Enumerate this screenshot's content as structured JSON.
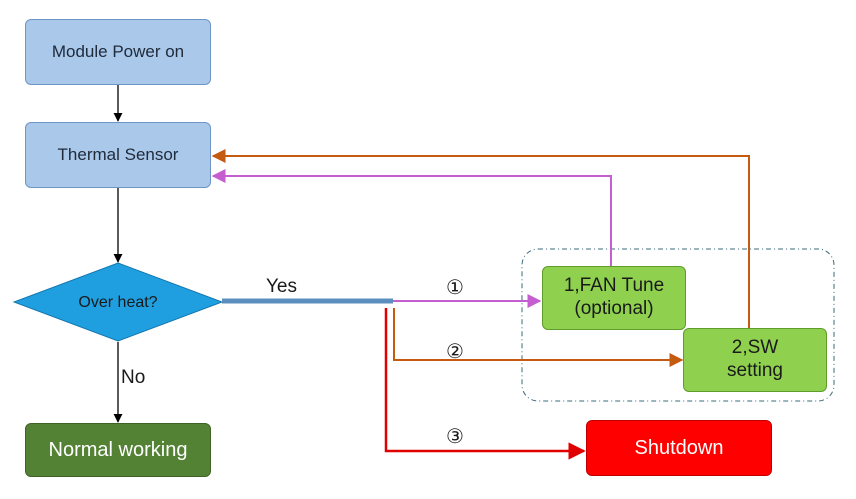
{
  "nodes": {
    "power_on": "Module Power on",
    "thermal_sensor": "Thermal Sensor",
    "over_heat": "Over heat?",
    "normal_working": "Normal working",
    "fan_tune_line1": "1,FAN Tune",
    "fan_tune_line2": "(optional)",
    "sw_setting_line1": "2,SW",
    "sw_setting_line2": "setting",
    "shutdown": "Shutdown"
  },
  "edges": {
    "yes_label": "Yes",
    "no_label": "No",
    "marker_1": "①",
    "marker_2": "②",
    "marker_3": "③"
  },
  "colors": {
    "fan_path": "#c55fd0",
    "sw_path": "#c55a11",
    "shutdown_path": "#e00000",
    "yes_bar": "#5b8fbf",
    "diamond_fill": "#1f9fe0",
    "group_border": "#3a6b7a"
  }
}
